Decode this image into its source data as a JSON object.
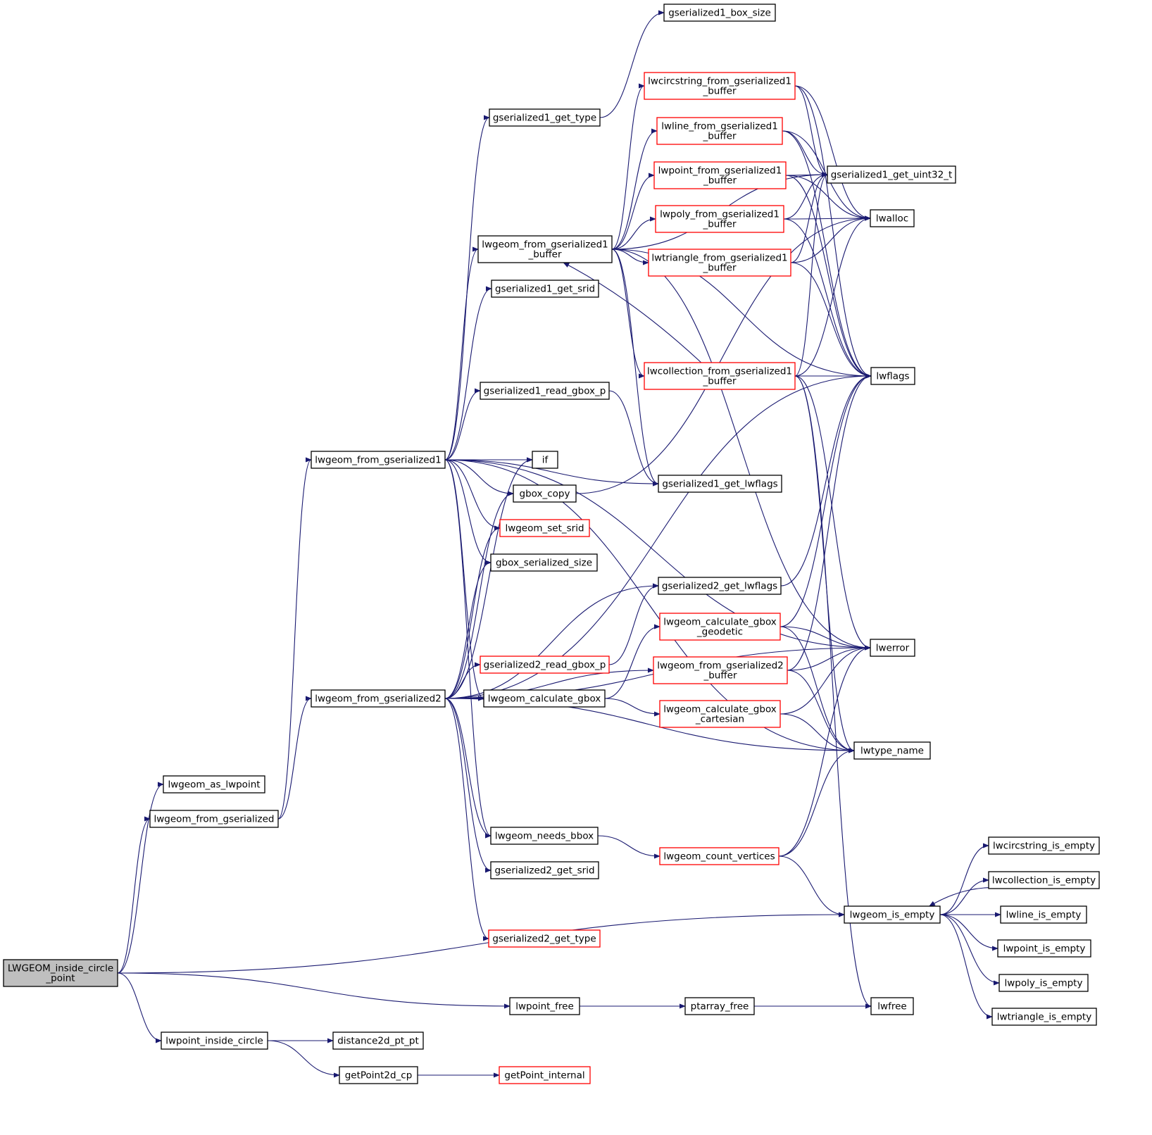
{
  "colors": {
    "edge": "#191970",
    "node_border": "#000000",
    "node_border_truncated": "#ff0000",
    "root_fill": "#bfbfbf",
    "node_fill": "#ffffff"
  },
  "nodes": [
    {
      "id": "root",
      "lines": [
        "LWGEOM_inside_circle",
        "_point"
      ],
      "kind": "root"
    },
    {
      "id": "as_lwpoint",
      "lines": [
        "lwgeom_as_lwpoint"
      ],
      "kind": "normal"
    },
    {
      "id": "from_gser",
      "lines": [
        "lwgeom_from_gserialized"
      ],
      "kind": "normal"
    },
    {
      "id": "from_gser1",
      "lines": [
        "lwgeom_from_gserialized1"
      ],
      "kind": "normal"
    },
    {
      "id": "from_gser2",
      "lines": [
        "lwgeom_from_gserialized2"
      ],
      "kind": "normal"
    },
    {
      "id": "pt_inside_circle",
      "lines": [
        "lwpoint_inside_circle"
      ],
      "kind": "normal"
    },
    {
      "id": "g1_box_size",
      "lines": [
        "gserialized1_box_size"
      ],
      "kind": "normal"
    },
    {
      "id": "g1_get_type",
      "lines": [
        "gserialized1_get_type"
      ],
      "kind": "normal"
    },
    {
      "id": "from_g1_buf",
      "lines": [
        "lwgeom_from_gserialized1",
        "_buffer"
      ],
      "kind": "normal"
    },
    {
      "id": "g1_get_srid",
      "lines": [
        "gserialized1_get_srid"
      ],
      "kind": "normal"
    },
    {
      "id": "g1_read_gbox",
      "lines": [
        "gserialized1_read_gbox_p"
      ],
      "kind": "normal"
    },
    {
      "id": "if",
      "lines": [
        "if"
      ],
      "kind": "normal"
    },
    {
      "id": "gbox_copy",
      "lines": [
        "gbox_copy"
      ],
      "kind": "normal"
    },
    {
      "id": "set_srid",
      "lines": [
        "lwgeom_set_srid"
      ],
      "kind": "truncated"
    },
    {
      "id": "gbox_ser_size",
      "lines": [
        "gbox_serialized_size"
      ],
      "kind": "normal"
    },
    {
      "id": "g2_read_gbox",
      "lines": [
        "gserialized2_read_gbox_p"
      ],
      "kind": "truncated"
    },
    {
      "id": "calc_gbox",
      "lines": [
        "lwgeom_calculate_gbox"
      ],
      "kind": "normal"
    },
    {
      "id": "needs_bbox",
      "lines": [
        "lwgeom_needs_bbox"
      ],
      "kind": "normal"
    },
    {
      "id": "g2_get_srid",
      "lines": [
        "gserialized2_get_srid"
      ],
      "kind": "normal"
    },
    {
      "id": "g2_get_type",
      "lines": [
        "gserialized2_get_type"
      ],
      "kind": "truncated"
    },
    {
      "id": "pt_free",
      "lines": [
        "lwpoint_free"
      ],
      "kind": "normal"
    },
    {
      "id": "dist2d",
      "lines": [
        "distance2d_pt_pt"
      ],
      "kind": "normal"
    },
    {
      "id": "getpt2d",
      "lines": [
        "getPoint2d_cp"
      ],
      "kind": "normal"
    },
    {
      "id": "getpt_int",
      "lines": [
        "getPoint_internal"
      ],
      "kind": "truncated"
    },
    {
      "id": "circ_from_g1",
      "lines": [
        "lwcircstring_from_gserialized1",
        "_buffer"
      ],
      "kind": "truncated"
    },
    {
      "id": "line_from_g1",
      "lines": [
        "lwline_from_gserialized1",
        "_buffer"
      ],
      "kind": "truncated"
    },
    {
      "id": "point_from_g1",
      "lines": [
        "lwpoint_from_gserialized1",
        "_buffer"
      ],
      "kind": "truncated"
    },
    {
      "id": "poly_from_g1",
      "lines": [
        "lwpoly_from_gserialized1",
        "_buffer"
      ],
      "kind": "truncated"
    },
    {
      "id": "tri_from_g1",
      "lines": [
        "lwtriangle_from_gserialized1",
        "_buffer"
      ],
      "kind": "truncated"
    },
    {
      "id": "coll_from_g1",
      "lines": [
        "lwcollection_from_gserialized1",
        "_buffer"
      ],
      "kind": "truncated"
    },
    {
      "id": "g1_get_lwflags",
      "lines": [
        "gserialized1_get_lwflags"
      ],
      "kind": "normal"
    },
    {
      "id": "g2_get_lwflags",
      "lines": [
        "gserialized2_get_lwflags"
      ],
      "kind": "normal"
    },
    {
      "id": "calc_gbox_geo",
      "lines": [
        "lwgeom_calculate_gbox",
        "_geodetic"
      ],
      "kind": "truncated"
    },
    {
      "id": "from_g2_buf",
      "lines": [
        "lwgeom_from_gserialized2",
        "_buffer"
      ],
      "kind": "truncated"
    },
    {
      "id": "calc_gbox_cart",
      "lines": [
        "lwgeom_calculate_gbox",
        "_cartesian"
      ],
      "kind": "truncated"
    },
    {
      "id": "count_vertices",
      "lines": [
        "lwgeom_count_vertices"
      ],
      "kind": "truncated"
    },
    {
      "id": "ptarray_free",
      "lines": [
        "ptarray_free"
      ],
      "kind": "normal"
    },
    {
      "id": "g1_get_uint32",
      "lines": [
        "gserialized1_get_uint32_t"
      ],
      "kind": "normal"
    },
    {
      "id": "lwalloc",
      "lines": [
        "lwalloc"
      ],
      "kind": "normal"
    },
    {
      "id": "lwflags",
      "lines": [
        "lwflags"
      ],
      "kind": "normal"
    },
    {
      "id": "lwerror",
      "lines": [
        "lwerror"
      ],
      "kind": "normal"
    },
    {
      "id": "lwtype_name",
      "lines": [
        "lwtype_name"
      ],
      "kind": "normal"
    },
    {
      "id": "is_empty",
      "lines": [
        "lwgeom_is_empty"
      ],
      "kind": "normal"
    },
    {
      "id": "lwfree",
      "lines": [
        "lwfree"
      ],
      "kind": "normal"
    },
    {
      "id": "circ_is_empty",
      "lines": [
        "lwcircstring_is_empty"
      ],
      "kind": "normal"
    },
    {
      "id": "coll_is_empty",
      "lines": [
        "lwcollection_is_empty"
      ],
      "kind": "normal"
    },
    {
      "id": "line_is_empty",
      "lines": [
        "lwline_is_empty"
      ],
      "kind": "normal"
    },
    {
      "id": "point_is_empty",
      "lines": [
        "lwpoint_is_empty"
      ],
      "kind": "normal"
    },
    {
      "id": "poly_is_empty",
      "lines": [
        "lwpoly_is_empty"
      ],
      "kind": "normal"
    },
    {
      "id": "tri_is_empty",
      "lines": [
        "lwtriangle_is_empty"
      ],
      "kind": "normal"
    }
  ],
  "edges": [
    [
      "root",
      "as_lwpoint"
    ],
    [
      "root",
      "from_gser"
    ],
    [
      "root",
      "is_empty"
    ],
    [
      "root",
      "pt_free"
    ],
    [
      "root",
      "pt_inside_circle"
    ],
    [
      "from_gser",
      "from_gser1"
    ],
    [
      "from_gser",
      "from_gser2"
    ],
    [
      "pt_inside_circle",
      "dist2d"
    ],
    [
      "pt_inside_circle",
      "getpt2d"
    ],
    [
      "getpt2d",
      "getpt_int"
    ],
    [
      "pt_free",
      "ptarray_free"
    ],
    [
      "pt_free",
      "lwfree"
    ],
    [
      "ptarray_free",
      "lwfree"
    ],
    [
      "from_gser1",
      "g1_get_type"
    ],
    [
      "from_gser1",
      "from_g1_buf"
    ],
    [
      "from_gser1",
      "g1_get_srid"
    ],
    [
      "from_gser1",
      "g1_read_gbox"
    ],
    [
      "from_gser1",
      "if"
    ],
    [
      "from_gser1",
      "gbox_copy"
    ],
    [
      "from_gser1",
      "set_srid"
    ],
    [
      "from_gser1",
      "gbox_ser_size"
    ],
    [
      "from_gser1",
      "calc_gbox"
    ],
    [
      "from_gser1",
      "needs_bbox"
    ],
    [
      "from_gser1",
      "g1_get_lwflags"
    ],
    [
      "from_gser1",
      "lwerror"
    ],
    [
      "from_gser1",
      "lwtype_name"
    ],
    [
      "g1_get_type",
      "g1_box_size"
    ],
    [
      "g1_read_gbox",
      "g1_get_lwflags"
    ],
    [
      "gbox_copy",
      "lwalloc"
    ],
    [
      "from_gser2",
      "if"
    ],
    [
      "from_gser2",
      "gbox_copy"
    ],
    [
      "from_gser2",
      "set_srid"
    ],
    [
      "from_gser2",
      "gbox_ser_size"
    ],
    [
      "from_gser2",
      "g2_get_lwflags"
    ],
    [
      "from_gser2",
      "g2_read_gbox"
    ],
    [
      "from_gser2",
      "calc_gbox"
    ],
    [
      "from_gser2",
      "from_g2_buf"
    ],
    [
      "from_gser2",
      "needs_bbox"
    ],
    [
      "from_gser2",
      "g2_get_srid"
    ],
    [
      "from_gser2",
      "g2_get_type"
    ],
    [
      "from_gser2",
      "lwflags"
    ],
    [
      "from_gser2",
      "lwerror"
    ],
    [
      "from_gser2",
      "lwtype_name"
    ],
    [
      "g2_read_gbox",
      "g2_get_lwflags"
    ],
    [
      "g2_get_lwflags",
      "lwflags"
    ],
    [
      "calc_gbox",
      "calc_gbox_geo"
    ],
    [
      "calc_gbox",
      "calc_gbox_cart"
    ],
    [
      "needs_bbox",
      "count_vertices"
    ],
    [
      "from_g1_buf",
      "g1_get_uint32"
    ],
    [
      "from_g1_buf",
      "circ_from_g1"
    ],
    [
      "from_g1_buf",
      "line_from_g1"
    ],
    [
      "from_g1_buf",
      "point_from_g1"
    ],
    [
      "from_g1_buf",
      "poly_from_g1"
    ],
    [
      "from_g1_buf",
      "tri_from_g1"
    ],
    [
      "from_g1_buf",
      "coll_from_g1"
    ],
    [
      "from_g1_buf",
      "g1_get_lwflags"
    ],
    [
      "from_g1_buf",
      "lwflags"
    ],
    [
      "from_g1_buf",
      "lwerror"
    ],
    [
      "circ_from_g1",
      "g1_get_uint32"
    ],
    [
      "circ_from_g1",
      "lwalloc"
    ],
    [
      "circ_from_g1",
      "lwflags"
    ],
    [
      "line_from_g1",
      "g1_get_uint32"
    ],
    [
      "line_from_g1",
      "lwalloc"
    ],
    [
      "line_from_g1",
      "lwflags"
    ],
    [
      "point_from_g1",
      "g1_get_uint32"
    ],
    [
      "point_from_g1",
      "lwalloc"
    ],
    [
      "point_from_g1",
      "lwflags"
    ],
    [
      "poly_from_g1",
      "g1_get_uint32"
    ],
    [
      "poly_from_g1",
      "lwalloc"
    ],
    [
      "poly_from_g1",
      "lwflags"
    ],
    [
      "tri_from_g1",
      "g1_get_uint32"
    ],
    [
      "tri_from_g1",
      "lwalloc"
    ],
    [
      "tri_from_g1",
      "lwflags"
    ],
    [
      "coll_from_g1",
      "from_g1_buf"
    ],
    [
      "coll_from_g1",
      "g1_get_uint32"
    ],
    [
      "coll_from_g1",
      "lwalloc"
    ],
    [
      "coll_from_g1",
      "lwflags"
    ],
    [
      "coll_from_g1",
      "lwerror"
    ],
    [
      "coll_from_g1",
      "lwtype_name"
    ],
    [
      "coll_from_g1",
      "lwfree"
    ],
    [
      "calc_gbox_geo",
      "lwflags"
    ],
    [
      "calc_gbox_geo",
      "lwerror"
    ],
    [
      "calc_gbox_geo",
      "lwtype_name"
    ],
    [
      "from_g2_buf",
      "lwflags"
    ],
    [
      "from_g2_buf",
      "lwerror"
    ],
    [
      "from_g2_buf",
      "lwtype_name"
    ],
    [
      "calc_gbox_cart",
      "lwerror"
    ],
    [
      "calc_gbox_cart",
      "lwtype_name"
    ],
    [
      "count_vertices",
      "lwerror"
    ],
    [
      "count_vertices",
      "lwtype_name"
    ],
    [
      "count_vertices",
      "is_empty"
    ],
    [
      "is_empty",
      "circ_is_empty"
    ],
    [
      "is_empty",
      "coll_is_empty"
    ],
    [
      "is_empty",
      "line_is_empty"
    ],
    [
      "is_empty",
      "point_is_empty"
    ],
    [
      "is_empty",
      "poly_is_empty"
    ],
    [
      "is_empty",
      "tri_is_empty"
    ],
    [
      "coll_is_empty",
      "is_empty"
    ]
  ]
}
